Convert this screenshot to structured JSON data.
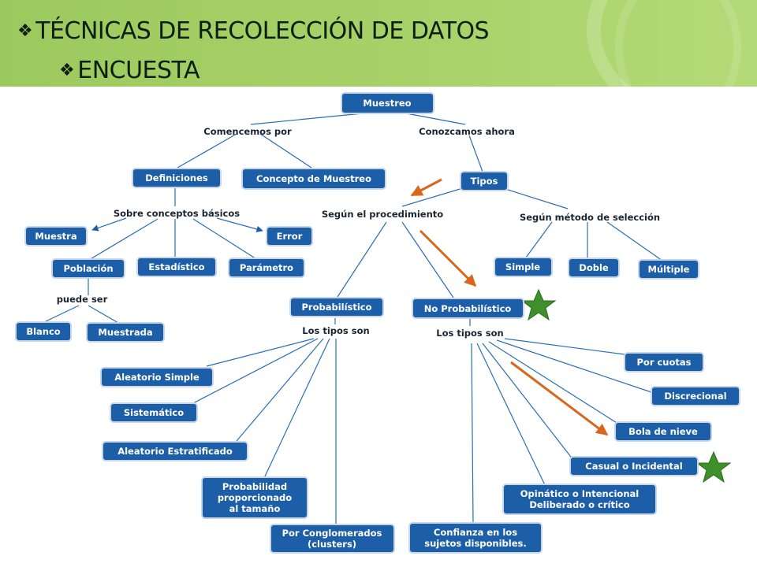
{
  "header": {
    "title": "TÉCNICAS DE RECOLECCIÓN DE DATOS",
    "subtitle": "ENCUESTA",
    "bullet_icon": "diamond-bullet-icon",
    "accent": "#a4d065"
  },
  "diagram": {
    "node_color": "#1c5fa8",
    "arrow_color": "#d9661c",
    "star_color": "#3f8f2a",
    "nodes": {
      "muestreo": "Muestreo",
      "definiciones": "Definiciones",
      "concepto": "Concepto de Muestreo",
      "tipos": "Tipos",
      "muestra": "Muestra",
      "error": "Error",
      "poblacion": "Población",
      "estadistico": "Estadístico",
      "parametro": "Parámetro",
      "blanco": "Blanco",
      "muestrada": "Muestrada",
      "simple": "Simple",
      "doble": "Doble",
      "multiple": "Múltiple",
      "probabilistico": "Probabilístico",
      "no_probabilistico": "No Probabilístico",
      "aleatorio_simple": "Aleatorio Simple",
      "sistematico": "Sistemático",
      "aleatorio_estratificado": "Aleatorio Estratificado",
      "prob_proporcionado": [
        "Probabilidad",
        "proporcionado",
        "al tamaño"
      ],
      "conglomerados": [
        "Por Conglomerados",
        "(clusters)"
      ],
      "por_cuotas": "Por cuotas",
      "discrecional": "Discrecional",
      "bola_nieve": "Bola de nieve",
      "casual": "Casual o Incidental",
      "opinatico": [
        "Opinático o Intencional",
        "Deliberado o crítico"
      ],
      "confianza": [
        "Confianza en los",
        "sujetos disponibles."
      ]
    },
    "labels": {
      "comencemos": "Comencemos por",
      "conozcamos": "Conozcamos ahora",
      "sobre_conceptos": "Sobre conceptos básicos",
      "segun_procedimiento": "Según el procedimiento",
      "segun_metodo": "Según método de selección",
      "puede_ser": "puede ser",
      "tipos_son_1": "Los tipos son",
      "tipos_son_2": "Los tipos son"
    }
  }
}
